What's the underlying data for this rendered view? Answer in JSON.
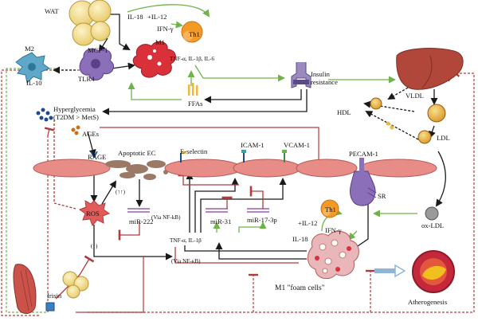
{
  "labels": {
    "wat": "WAT",
    "mcp1": "MCP-1",
    "il18_top": "IL-18",
    "il12_top": "+IL-12",
    "ifng_top": "IFN-γ",
    "th1_top": "Th1",
    "m1_top": "M1",
    "cytokines_top": "TNF-α, IL-1β, IL-6",
    "m2": "M2",
    "il10": "IL-10",
    "tlr4": "TLR4",
    "insulin_resistance_1": "Insulin",
    "insulin_resistance_2": "resistance",
    "ffas": "FFAs",
    "hyperglycemia_1": "Hyperglycemia",
    "hyperglycemia_2": "(T2DM > MetS)",
    "ages": "AGEs",
    "rage": "RAGE",
    "apoptotic_ec": "Apoptotic EC",
    "eselectin": "E-selectin",
    "icam1": "ICAM-1",
    "vcam1": "VCAM-1",
    "pecam1": "PECAM-1",
    "hdl": "HDL",
    "vldl": "VLDL",
    "ldl": "LDL",
    "oxldl": "ox-LDL",
    "sr": "SR",
    "ros": "ROS",
    "up_arrows": "(↑↑)",
    "up_arrow": "(↑)",
    "via_nfkb_1": "(Via NF-kB)",
    "mir222": "miR-222",
    "mir31": "miR-31",
    "mir173p": "miR-17-3p",
    "cytokines_mid": "TNF-α, IL-1β",
    "via_nfkb_2": "(Via NF-κB)",
    "th1_mid": "Th1",
    "il12_mid": "+IL-12",
    "ifng_mid": "IFN-γ",
    "il18_mid": "IL-18",
    "foam_cells": "M1 \"foam cells\"",
    "atherogenesis": "Atherogenesis",
    "irisin": "Irisin"
  },
  "colors": {
    "green_arrow": "#6fb24a",
    "red_inhibit": "#b33a3a",
    "black_arrow": "#1a1a1a",
    "endothelium": "#e88c88",
    "adipocyte": "#f3dd8c",
    "m1_macrophage": "#d9303a",
    "th1": "#f39a26",
    "m2_macrophage": "#5fa8c9",
    "dendritic": "#8b6fb8",
    "liver": "#b0473a",
    "foam_cell": "#e9b7b9",
    "artery_wall": "#c4283a",
    "plaque": "#f2c01e"
  }
}
